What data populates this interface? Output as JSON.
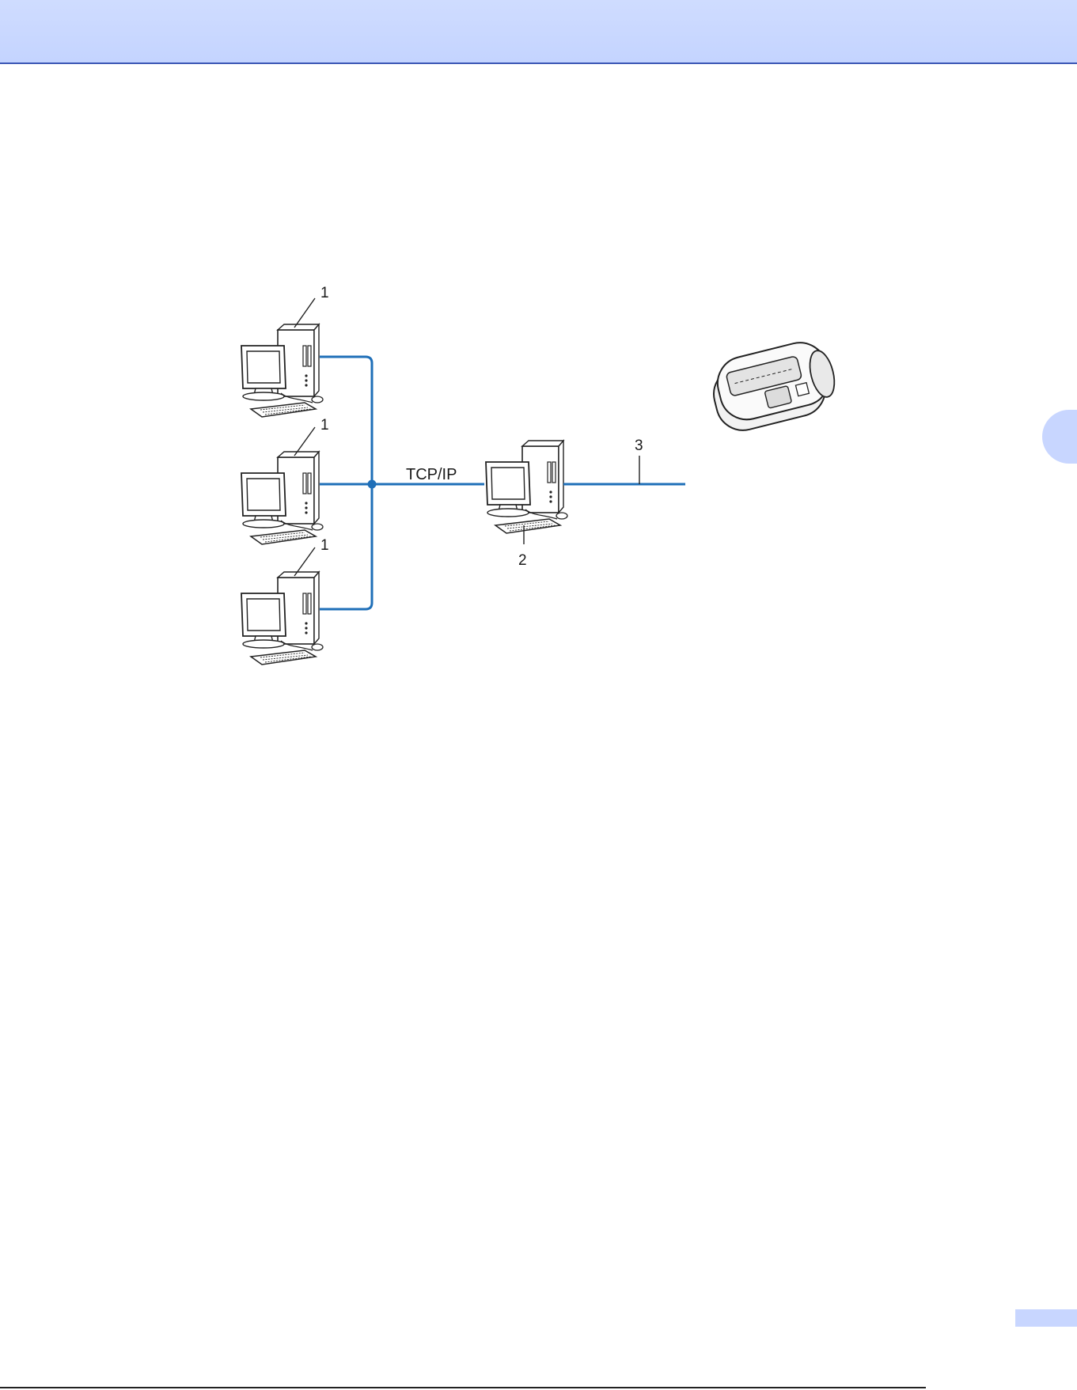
{
  "header": {
    "band_color": "#c8d6ff",
    "line_color": "#3a56b5"
  },
  "diagram": {
    "protocol_label": "TCP/IP",
    "callouts": {
      "client_1": "1",
      "client_2": "1",
      "client_3": "1",
      "server": "2",
      "cable": "3"
    },
    "nodes": [
      {
        "role": "client-computer",
        "icon": "desktop-computer-icon"
      },
      {
        "role": "client-computer",
        "icon": "desktop-computer-icon"
      },
      {
        "role": "client-computer",
        "icon": "desktop-computer-icon"
      },
      {
        "role": "server-computer",
        "icon": "desktop-computer-icon"
      },
      {
        "role": "label-printer",
        "icon": "printer-icon"
      }
    ],
    "line_color": "#1f6fb8"
  }
}
